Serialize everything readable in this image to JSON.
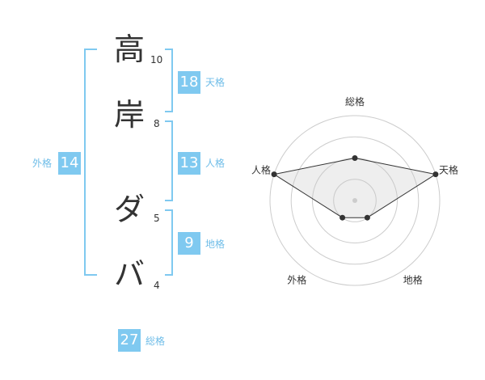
{
  "name_chars": [
    {
      "char": "高",
      "strokes": "10"
    },
    {
      "char": "岸",
      "strokes": "8"
    },
    {
      "char": "ダ",
      "strokes": "5"
    },
    {
      "char": "バ",
      "strokes": "4"
    }
  ],
  "kaku": {
    "tenkaku": {
      "value": "18",
      "label": "天格"
    },
    "jinkaku": {
      "value": "13",
      "label": "人格"
    },
    "chikaku": {
      "value": "9",
      "label": "地格"
    },
    "gaikaku": {
      "value": "14",
      "label": "外格"
    },
    "soukaku": {
      "value": "27",
      "label": "総格"
    }
  },
  "colors": {
    "accent": "#7fc9f0",
    "text": "#333333",
    "grid": "#cccccc"
  },
  "chart_data": {
    "type": "radar",
    "axes": [
      "総格",
      "天格",
      "地格",
      "外格",
      "人格"
    ],
    "values": [
      2,
      4,
      1,
      1,
      4
    ],
    "max": 4,
    "rings": 4
  }
}
